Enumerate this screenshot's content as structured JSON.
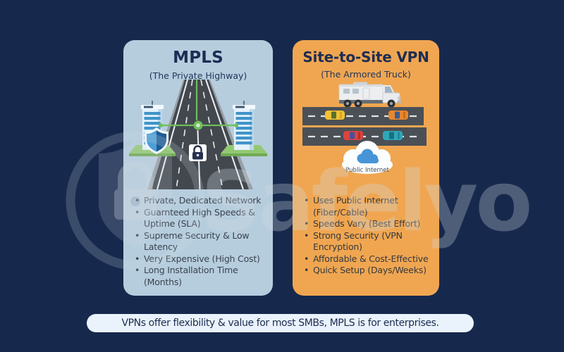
{
  "watermark": {
    "brand": "Safelyo"
  },
  "cards": {
    "mpls": {
      "title": "MPLS",
      "subtitle": "(The Private Highway)",
      "bullets": [
        "Private, Dedicated Network",
        "Guarnteed High Speeds & Uptime (SLA)",
        "Supreme Security & Low Latency",
        "Very Expensive (High Cost)",
        "Long Installation Time (Months)"
      ]
    },
    "vpn": {
      "title": "Site-to-Site VPN",
      "subtitle": "(The Armored Truck)",
      "cloud_label": "Public Internet",
      "bullets": [
        "Uses Public Internet (Fiber/Cable)",
        "Speeds Vary (Best Effort)",
        "Strong Security (VPN Encryption)",
        "Affordable & Cost-Effective",
        "Quick Setup (Days/Weeks)"
      ]
    }
  },
  "footer": {
    "note": "VPNs offer flexibility & value for most SMBs, MPLS is for enterprises."
  },
  "colors": {
    "background": "#16294d",
    "mpls_card": "#b6cdde",
    "vpn_card": "#f0a651",
    "title_text": "#1d2d52",
    "body_text": "#3a434d",
    "footer_bg": "#eaf2fb",
    "green_link": "#6fbe5c",
    "road_gray": "#43484f"
  }
}
